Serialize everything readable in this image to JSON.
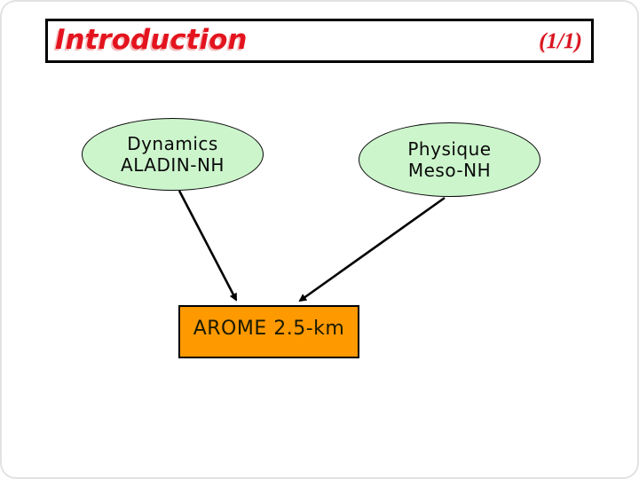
{
  "slide": {
    "title": "Introduction",
    "page_indicator": "(1/1)"
  },
  "diagram": {
    "nodes": {
      "dynamics": {
        "line1": "Dynamics",
        "line2": "ALADIN-NH"
      },
      "physique": {
        "line1": "Physique",
        "line2": "Meso-NH"
      },
      "arome": {
        "label": "AROME 2.5-km"
      }
    },
    "edges": [
      {
        "from": "dynamics",
        "to": "arome"
      },
      {
        "from": "physique",
        "to": "arome"
      }
    ],
    "colors": {
      "ellipse_fill": "#ccf5cc",
      "arome_fill": "#ff9900",
      "title_red": "#e3141e",
      "title_shadow_pink": "#f6bdbd",
      "outline": "#000000"
    }
  }
}
